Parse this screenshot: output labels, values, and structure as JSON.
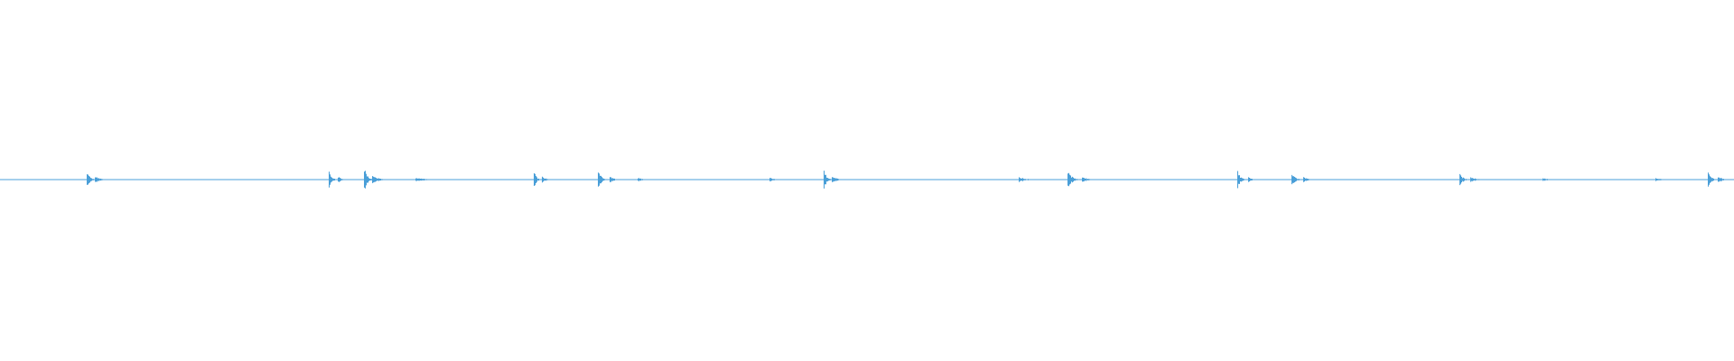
{
  "waveform": {
    "color": "#4a9fd8",
    "baseline_amplitude": 0.02,
    "bursts": [
      {
        "position": 0.05,
        "amplitude": 0.55,
        "length": 0.006
      },
      {
        "position": 0.055,
        "amplitude": 0.2,
        "length": 0.01
      },
      {
        "position": 0.19,
        "amplitude": 0.55,
        "length": 0.005
      },
      {
        "position": 0.195,
        "amplitude": 0.2,
        "length": 0.008
      },
      {
        "position": 0.21,
        "amplitude": 0.75,
        "length": 0.006
      },
      {
        "position": 0.215,
        "amplitude": 0.25,
        "length": 0.012
      },
      {
        "position": 0.24,
        "amplitude": 0.12,
        "length": 0.02
      },
      {
        "position": 0.308,
        "amplitude": 0.45,
        "length": 0.005
      },
      {
        "position": 0.313,
        "amplitude": 0.15,
        "length": 0.008
      },
      {
        "position": 0.345,
        "amplitude": 0.5,
        "length": 0.007
      },
      {
        "position": 0.352,
        "amplitude": 0.18,
        "length": 0.008
      },
      {
        "position": 0.368,
        "amplitude": 0.12,
        "length": 0.01
      },
      {
        "position": 0.444,
        "amplitude": 0.12,
        "length": 0.01
      },
      {
        "position": 0.475,
        "amplitude": 0.7,
        "length": 0.005
      },
      {
        "position": 0.48,
        "amplitude": 0.2,
        "length": 0.01
      },
      {
        "position": 0.588,
        "amplitude": 0.15,
        "length": 0.014
      },
      {
        "position": 0.616,
        "amplitude": 0.55,
        "length": 0.008
      },
      {
        "position": 0.624,
        "amplitude": 0.2,
        "length": 0.01
      },
      {
        "position": 0.714,
        "amplitude": 0.45,
        "length": 0.006
      },
      {
        "position": 0.72,
        "amplitude": 0.15,
        "length": 0.008
      },
      {
        "position": 0.745,
        "amplitude": 0.4,
        "length": 0.007
      },
      {
        "position": 0.752,
        "amplitude": 0.15,
        "length": 0.008
      },
      {
        "position": 0.842,
        "amplitude": 0.4,
        "length": 0.006
      },
      {
        "position": 0.848,
        "amplitude": 0.18,
        "length": 0.012
      },
      {
        "position": 0.89,
        "amplitude": 0.08,
        "length": 0.015
      },
      {
        "position": 0.955,
        "amplitude": 0.1,
        "length": 0.012
      },
      {
        "position": 0.985,
        "amplitude": 0.55,
        "length": 0.006
      },
      {
        "position": 0.991,
        "amplitude": 0.2,
        "length": 0.008
      }
    ]
  }
}
